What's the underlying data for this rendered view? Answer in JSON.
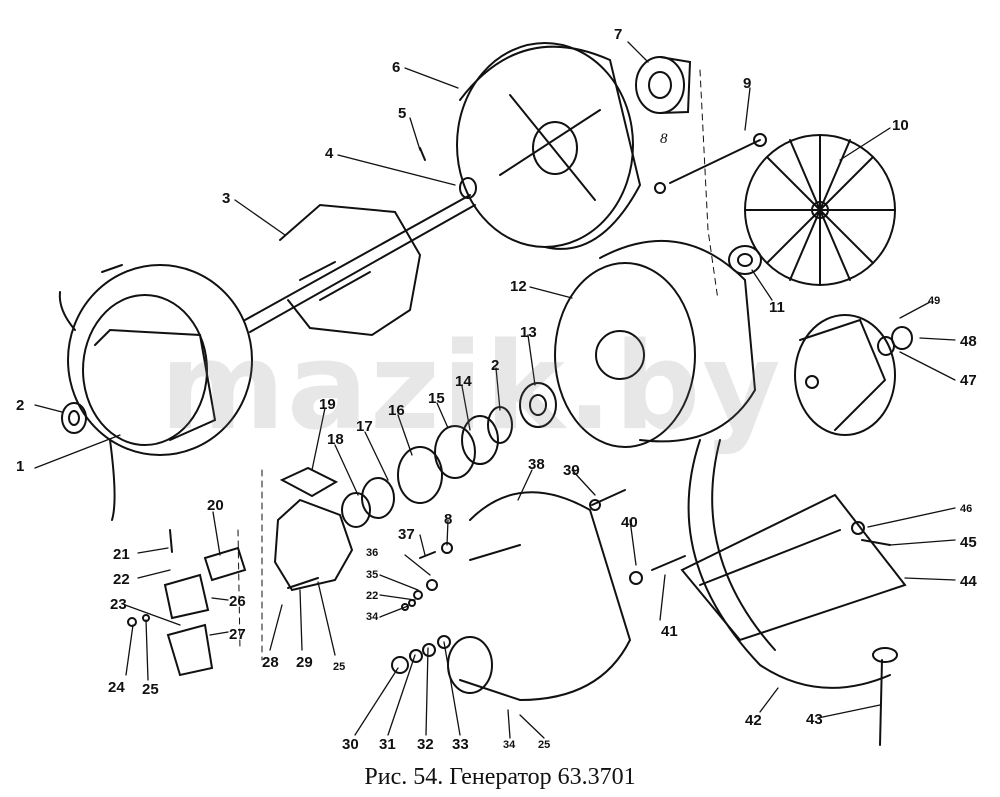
{
  "figure": {
    "caption": "Рис. 54. Генератор 63.3701",
    "watermark": "mazik.by",
    "ink_color": "#111111",
    "paper_color": "#ffffff"
  },
  "callouts": [
    "1",
    "2",
    "3",
    "4",
    "5",
    "6",
    "7",
    "8",
    "9",
    "10",
    "11",
    "12",
    "13",
    "2",
    "14",
    "15",
    "16",
    "17",
    "18",
    "19",
    "20",
    "21",
    "22",
    "23",
    "24",
    "25",
    "26",
    "27",
    "28",
    "29",
    "25",
    "30",
    "31",
    "32",
    "33",
    "34",
    "25",
    "35",
    "22",
    "34",
    "36",
    "37",
    "8",
    "38",
    "39",
    "40",
    "41",
    "42",
    "43",
    "44",
    "45",
    "46",
    "47",
    "48",
    "49"
  ]
}
